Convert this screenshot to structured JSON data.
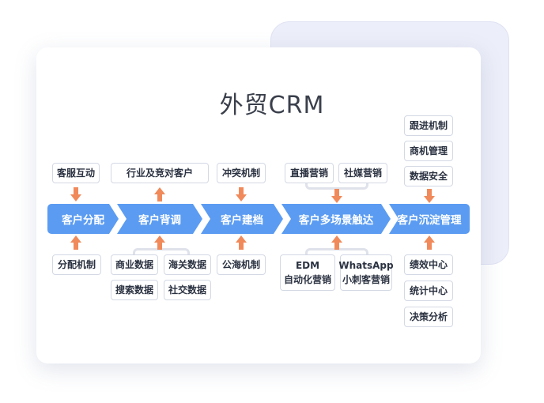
{
  "title": "外贸CRM",
  "stages": [
    "客户分配",
    "客户背调",
    "客户建档",
    "客户多场景触达",
    "客户沉淀管理"
  ],
  "top_boxes": {
    "allocate": "客服互动",
    "background": "行业及竞对客户",
    "archive": "冲突机制",
    "reach": [
      "直播营销",
      "社媒营销"
    ],
    "manage": [
      "跟进机制",
      "商机管理",
      "数据安全"
    ]
  },
  "bottom_boxes": {
    "allocate": "分配机制",
    "background": [
      "商业数据",
      "海关数据",
      "搜索数据",
      "社交数据"
    ],
    "archive": "公海机制",
    "reach": [
      {
        "line1": "EDM",
        "line2": "自动化营销"
      },
      {
        "line1": "WhatsApp",
        "line2": "小刺客营销"
      }
    ],
    "manage": [
      "绩效中心",
      "统计中心",
      "决策分析"
    ]
  },
  "colors": {
    "stage": "#5b9cf2",
    "arrow": "#f08a5b",
    "box_border": "#d3d8e4",
    "title": "#3a3f4b"
  }
}
